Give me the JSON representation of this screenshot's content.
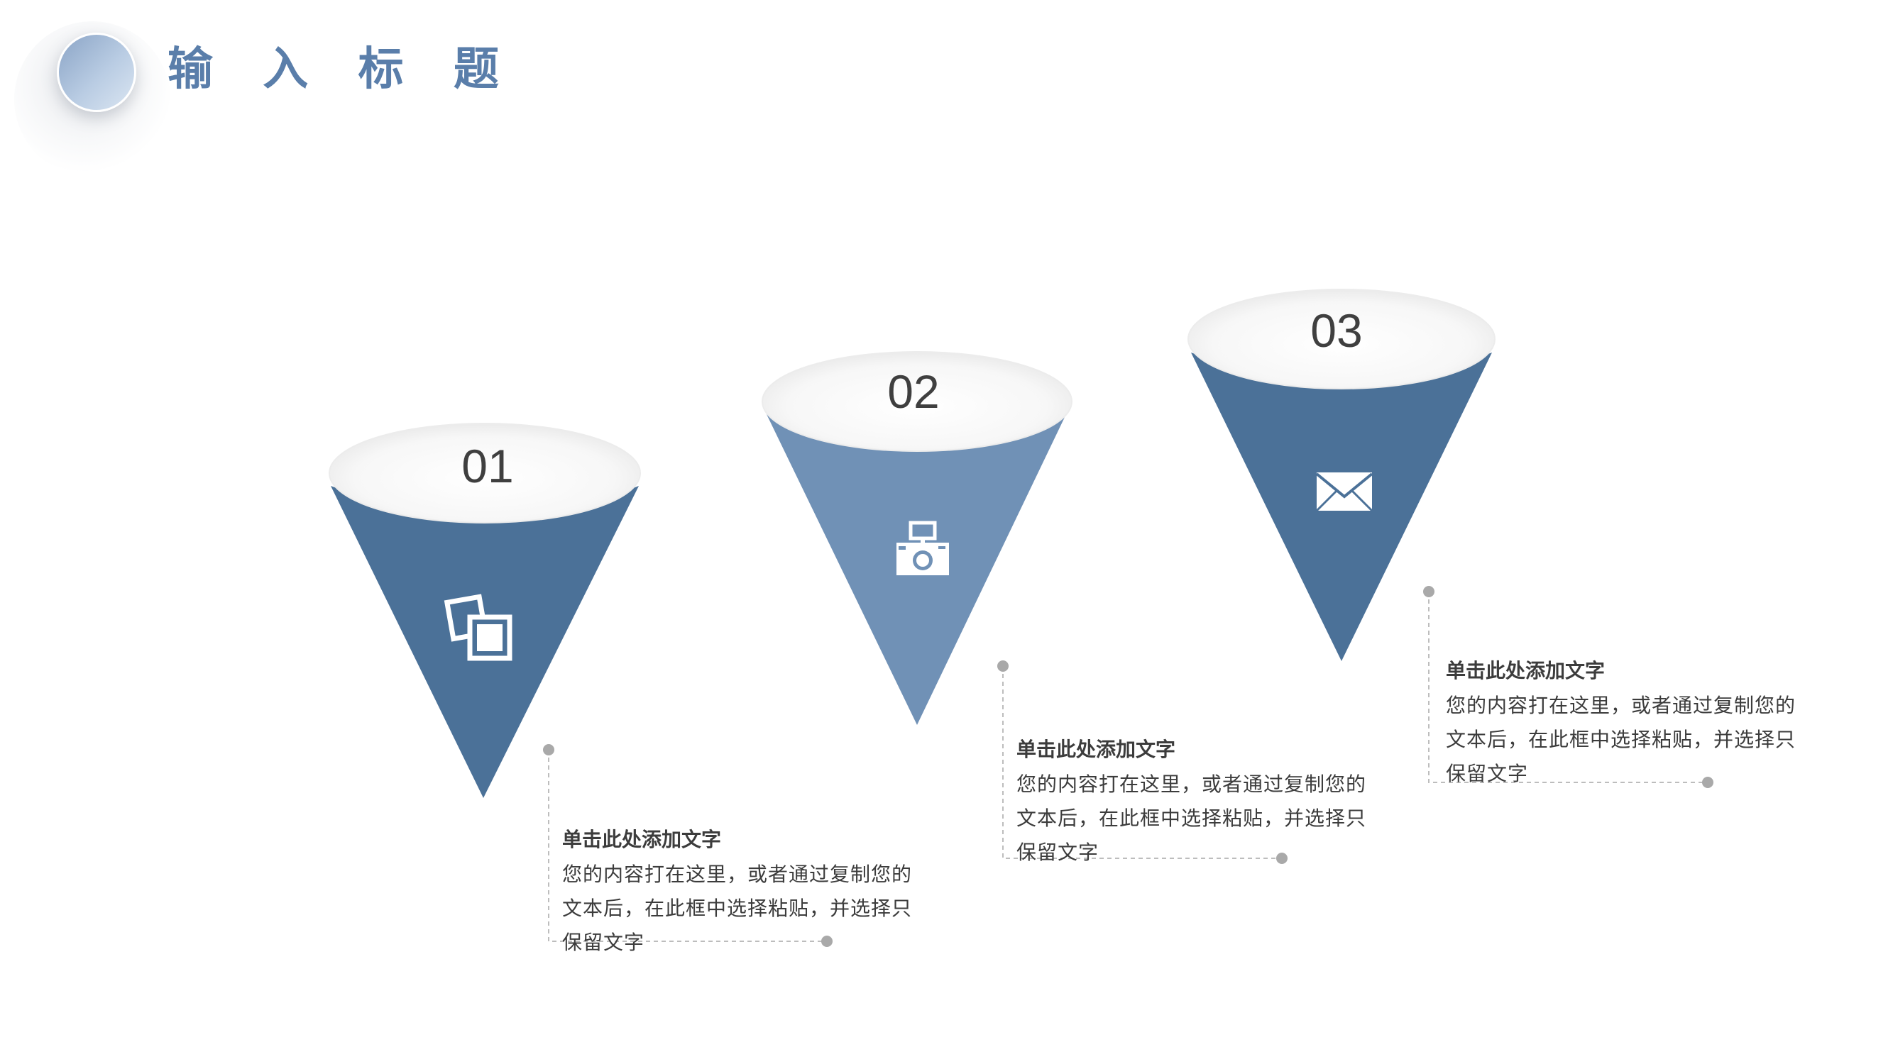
{
  "header": {
    "title": "输 入 标 题"
  },
  "colors": {
    "accent_dark": "#4b7198",
    "accent_light": "#7091b6",
    "title": "#5a7eaa",
    "text": "#3c3c3c",
    "connector": "#b5b5b5"
  },
  "steps": [
    {
      "number": "01",
      "icon": "photos-icon",
      "heading": "单击此处添加文字",
      "body": "您的内容打在这里，或者通过复制您的文本后，在此框中选择粘贴，并选择只保留文字"
    },
    {
      "number": "02",
      "icon": "camera-icon",
      "heading": "单击此处添加文字",
      "body": "您的内容打在这里，或者通过复制您的文本后，在此框中选择粘贴，并选择只保留文字"
    },
    {
      "number": "03",
      "icon": "envelope-icon",
      "heading": "单击此处添加文字",
      "body": "您的内容打在这里，或者通过复制您的文本后，在此框中选择粘贴，并选择只保留文字"
    }
  ]
}
